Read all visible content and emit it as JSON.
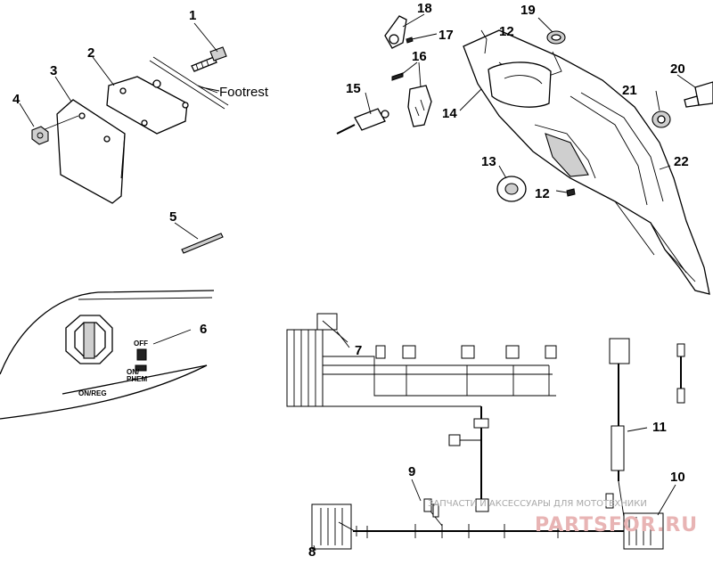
{
  "callouts": {
    "n1": "1",
    "n2": "2",
    "n3": "3",
    "n4": "4",
    "n5": "5",
    "n6": "6",
    "n7": "7",
    "n8": "8",
    "n9": "9",
    "n10": "10",
    "n11": "11",
    "n12a": "12",
    "n12b": "12",
    "n13": "13",
    "n14": "14",
    "n15": "15",
    "n16": "16",
    "n17": "17",
    "n18": "18",
    "n19": "19",
    "n20": "20",
    "n21": "21",
    "n22": "22"
  },
  "labels": {
    "footrest": "Footrest",
    "off": "OFF",
    "on_phem": "ON/",
    "phem": "PHEM",
    "on_reg": "ON/REG"
  },
  "watermark": {
    "text": "ЗАПЧАСТИ И АКСЕССУАРЫ ДЛЯ МОТОТЕХНИКИ",
    "logo": "PARTSFOR.RU"
  }
}
